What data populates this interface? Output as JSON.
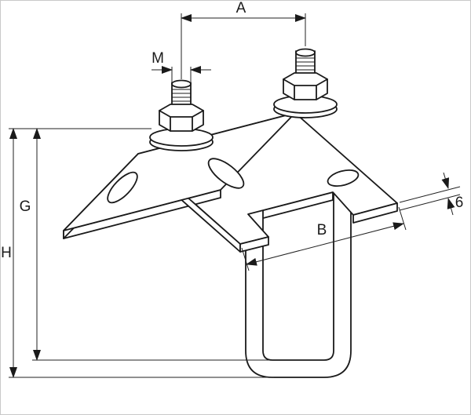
{
  "figure": {
    "type": "technical-line-drawing",
    "subject": "beam clamp bracket with U-bolt, two threaded studs with hex nuts and washers, slotted holes",
    "background": "#ffffff",
    "line_color": "#1a1a1a",
    "dim_line_color": "#222222"
  },
  "dimensions": {
    "a_label": "A",
    "m_label": "M",
    "g_label": "G",
    "h_label": "H",
    "b_label": "B",
    "thickness_label": "6"
  }
}
